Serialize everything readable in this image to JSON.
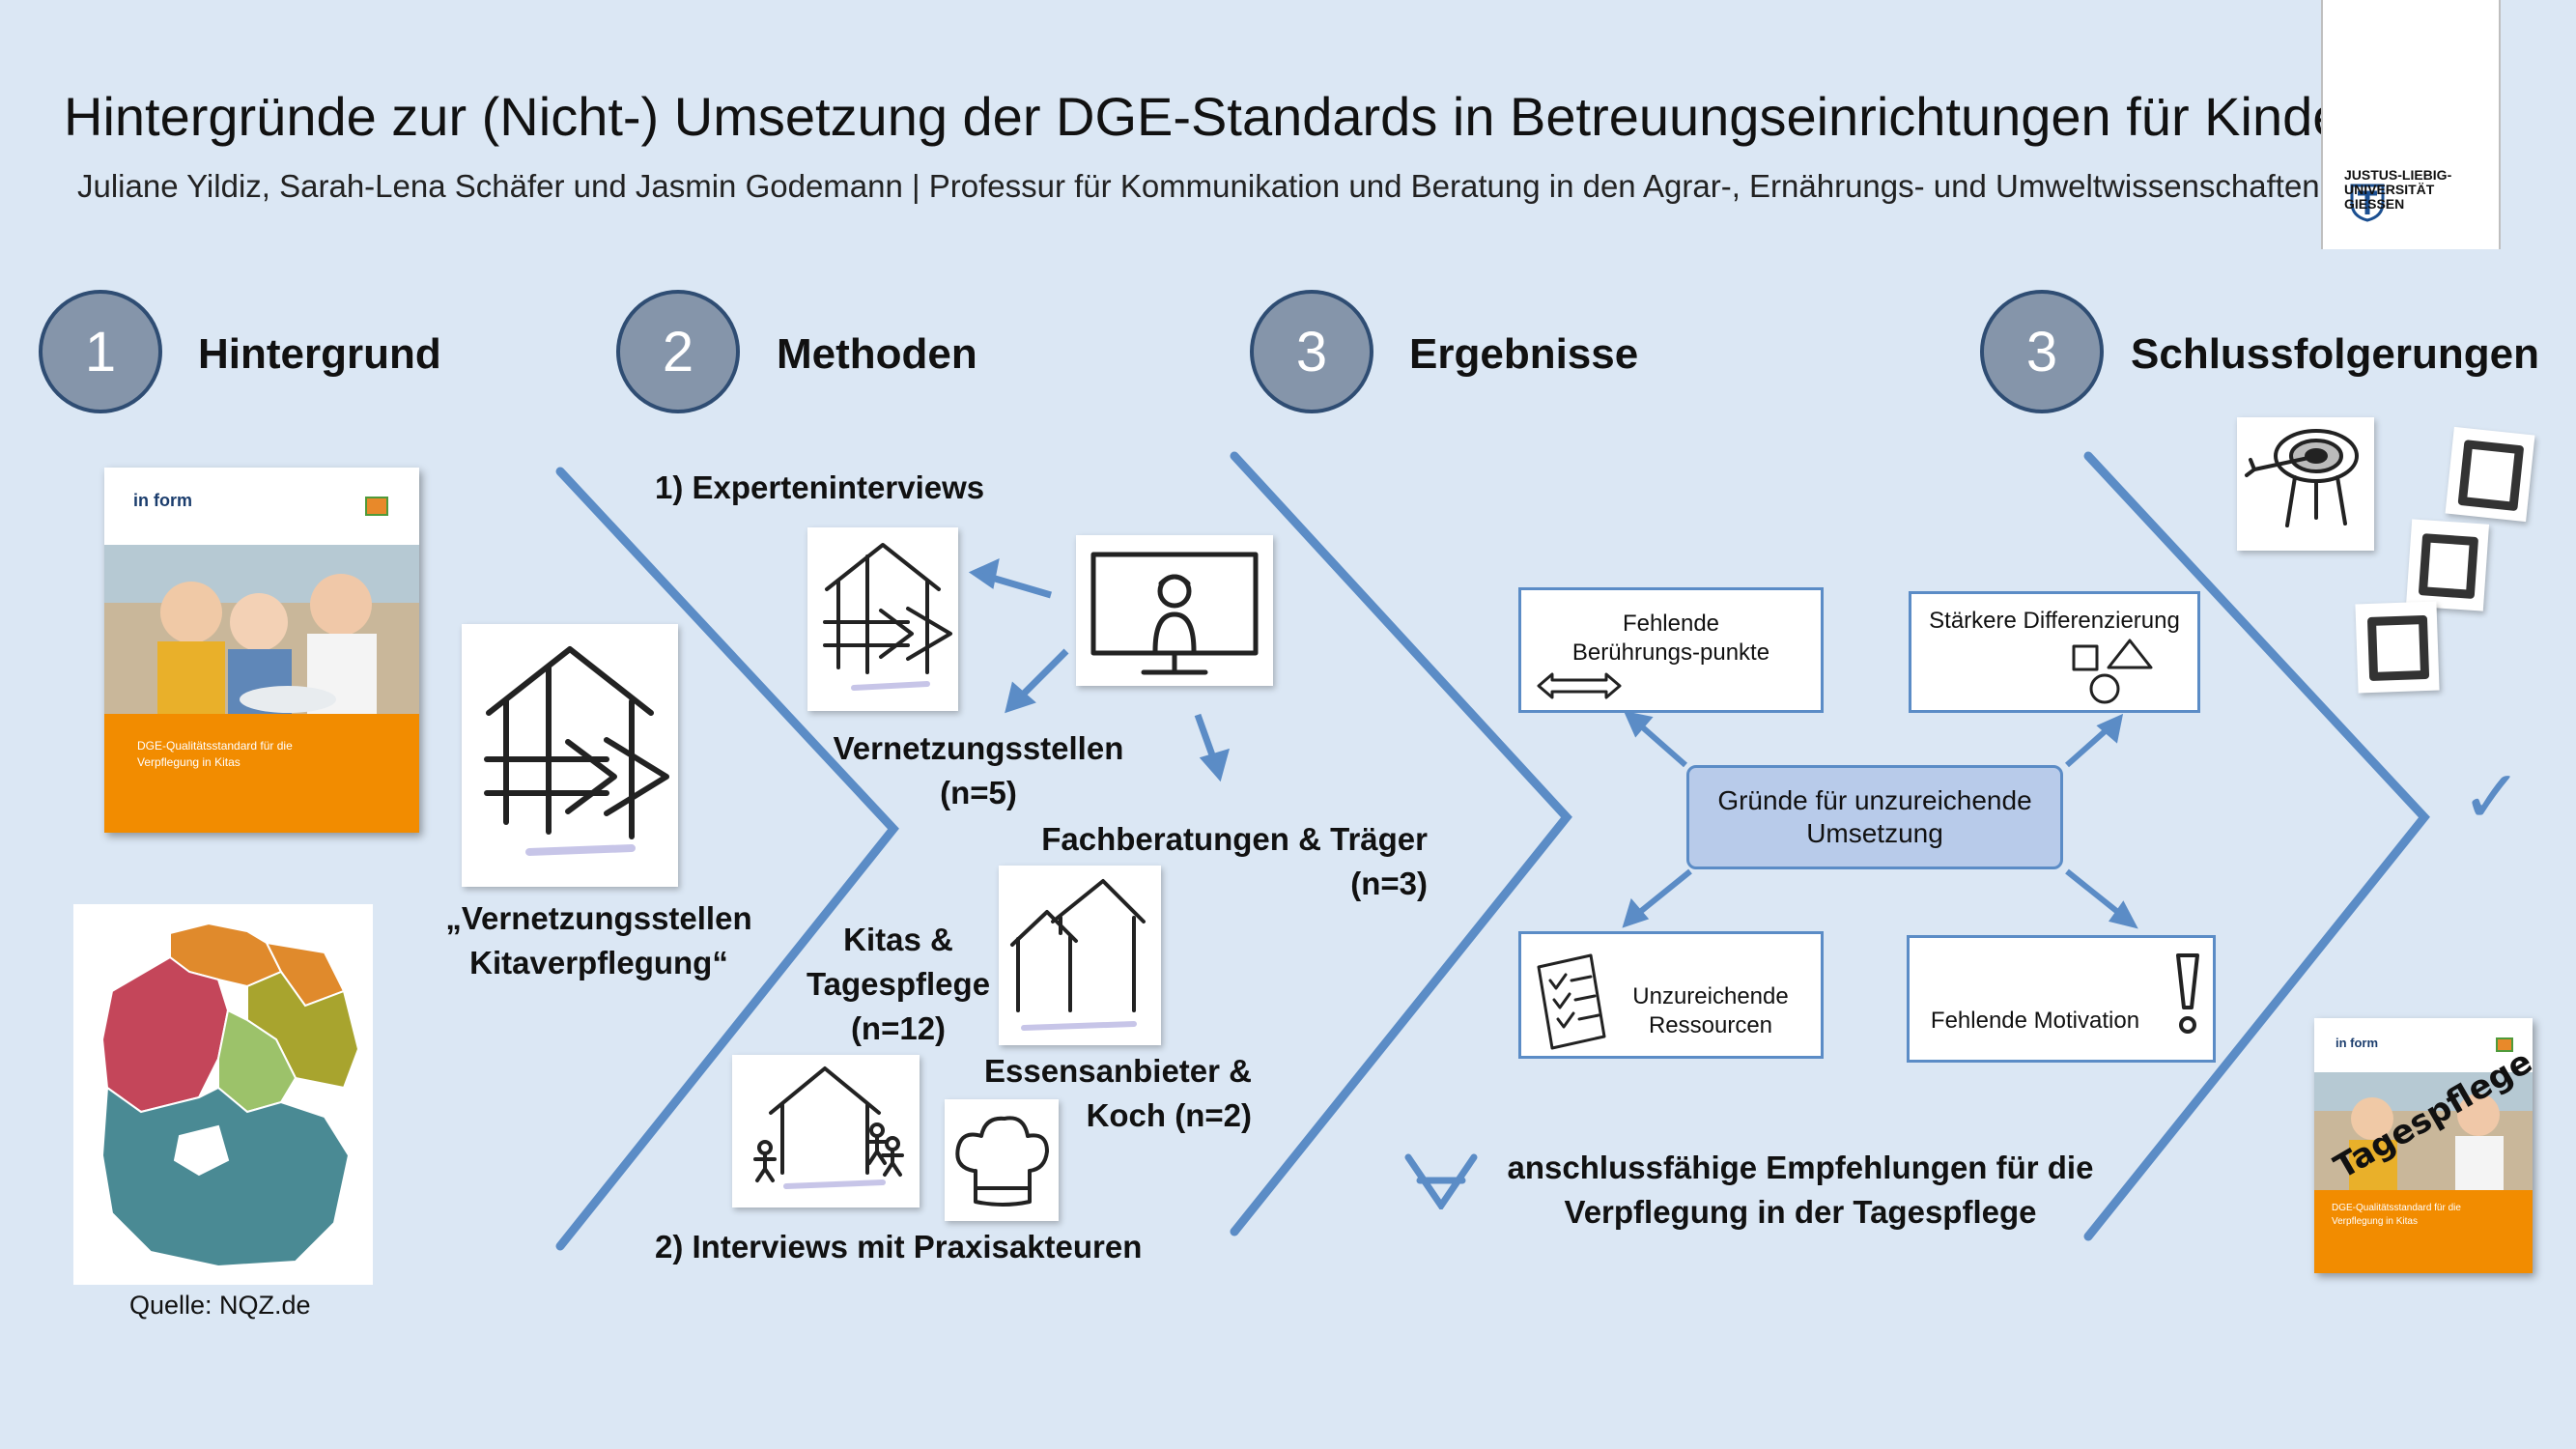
{
  "header": {
    "title": "Hintergründe zur (Nicht-) Umsetzung der DGE-Standards in Betreuungseinrichtungen für Kinder",
    "authors": "Juliane Yildiz, Sarah-Lena Schäfer und Jasmin Godemann | Professur für Kommunikation und Beratung in den Agrar-, Ernährungs- und Umweltwissenschaften",
    "logo_text": "JUSTUS-LIEBIG-UNIVERSITÄT GIESSEN"
  },
  "sections": [
    {
      "number": "1",
      "title": "Hintergrund"
    },
    {
      "number": "2",
      "title": "Methoden"
    },
    {
      "number": "3",
      "title": "Ergebnisse"
    },
    {
      "number": "3",
      "title": "Schlussfolgerungen"
    }
  ],
  "background": {
    "brochure_logo": "in form",
    "brochure_title": "DGE-Qualitätsstandard für die Verpflegung in Kitas",
    "network_label_line1": "„Vernetzungsstellen",
    "network_label_line2": "Kitaverpflegung“",
    "map_source": "Quelle: NQZ.de"
  },
  "methods": {
    "expert_interviews": "1) Experteninterviews",
    "network_points_line1": "Vernetzungsstellen",
    "network_points_line2": "(n=5)",
    "advisors_line1": "Fachberatungen & Träger",
    "advisors_line2": "(n=3)",
    "kitas_line1": "Kitas &",
    "kitas_line2": "Tagespflege",
    "kitas_line3": "(n=12)",
    "caterers_line1": "Essensanbieter &",
    "caterers_line2": "Koch (n=2)",
    "practice_interviews": "2) Interviews mit Praxisakteuren"
  },
  "results": {
    "center": "Gründe für unzureichende Umsetzung",
    "box_contact": "Fehlende Berührungs-punkte",
    "box_differentiation": "Stärkere Differenzierung",
    "box_resources": "Unzureichende Ressourcen",
    "box_motivation": "Fehlende Motivation",
    "recommendation_line1": "anschlussfähige Empfehlungen für die",
    "recommendation_line2": "Verpflegung in der Tagespflege"
  },
  "conclusions": {
    "stamp_text": "Tagespflege",
    "checkmark": "✓"
  },
  "colors": {
    "background": "#dbe7f4",
    "chevron": "#5b8cc6",
    "circle_fill": "#8595aa",
    "circle_border": "#2f4d73",
    "brochure_orange": "#f28c00",
    "map_red": "#c4465a",
    "map_orange": "#e08a2c",
    "map_olive": "#a8a42e",
    "map_green": "#9cc26a",
    "map_teal": "#4a8a94"
  }
}
